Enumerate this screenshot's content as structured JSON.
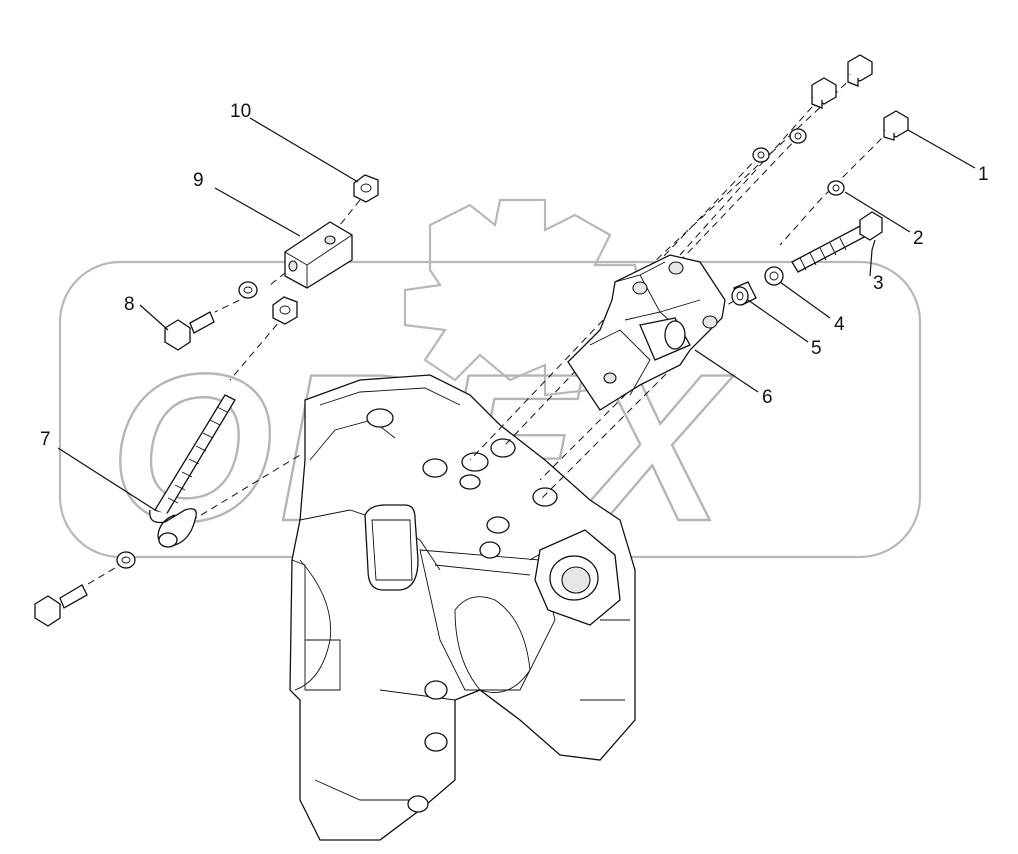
{
  "watermark": {
    "text": "OREX",
    "color": "#b5b5b5"
  },
  "callouts": [
    {
      "id": "1",
      "label": "1"
    },
    {
      "id": "2",
      "label": "2"
    },
    {
      "id": "3",
      "label": "3"
    },
    {
      "id": "4",
      "label": "4"
    },
    {
      "id": "5",
      "label": "5"
    },
    {
      "id": "6",
      "label": "6"
    },
    {
      "id": "7",
      "label": "7"
    },
    {
      "id": "8",
      "label": "8"
    },
    {
      "id": "9",
      "label": "9"
    },
    {
      "id": "10",
      "label": "10"
    }
  ],
  "colors": {
    "ink": "#111111",
    "watermark": "#b5b5b5",
    "background": "#ffffff"
  }
}
